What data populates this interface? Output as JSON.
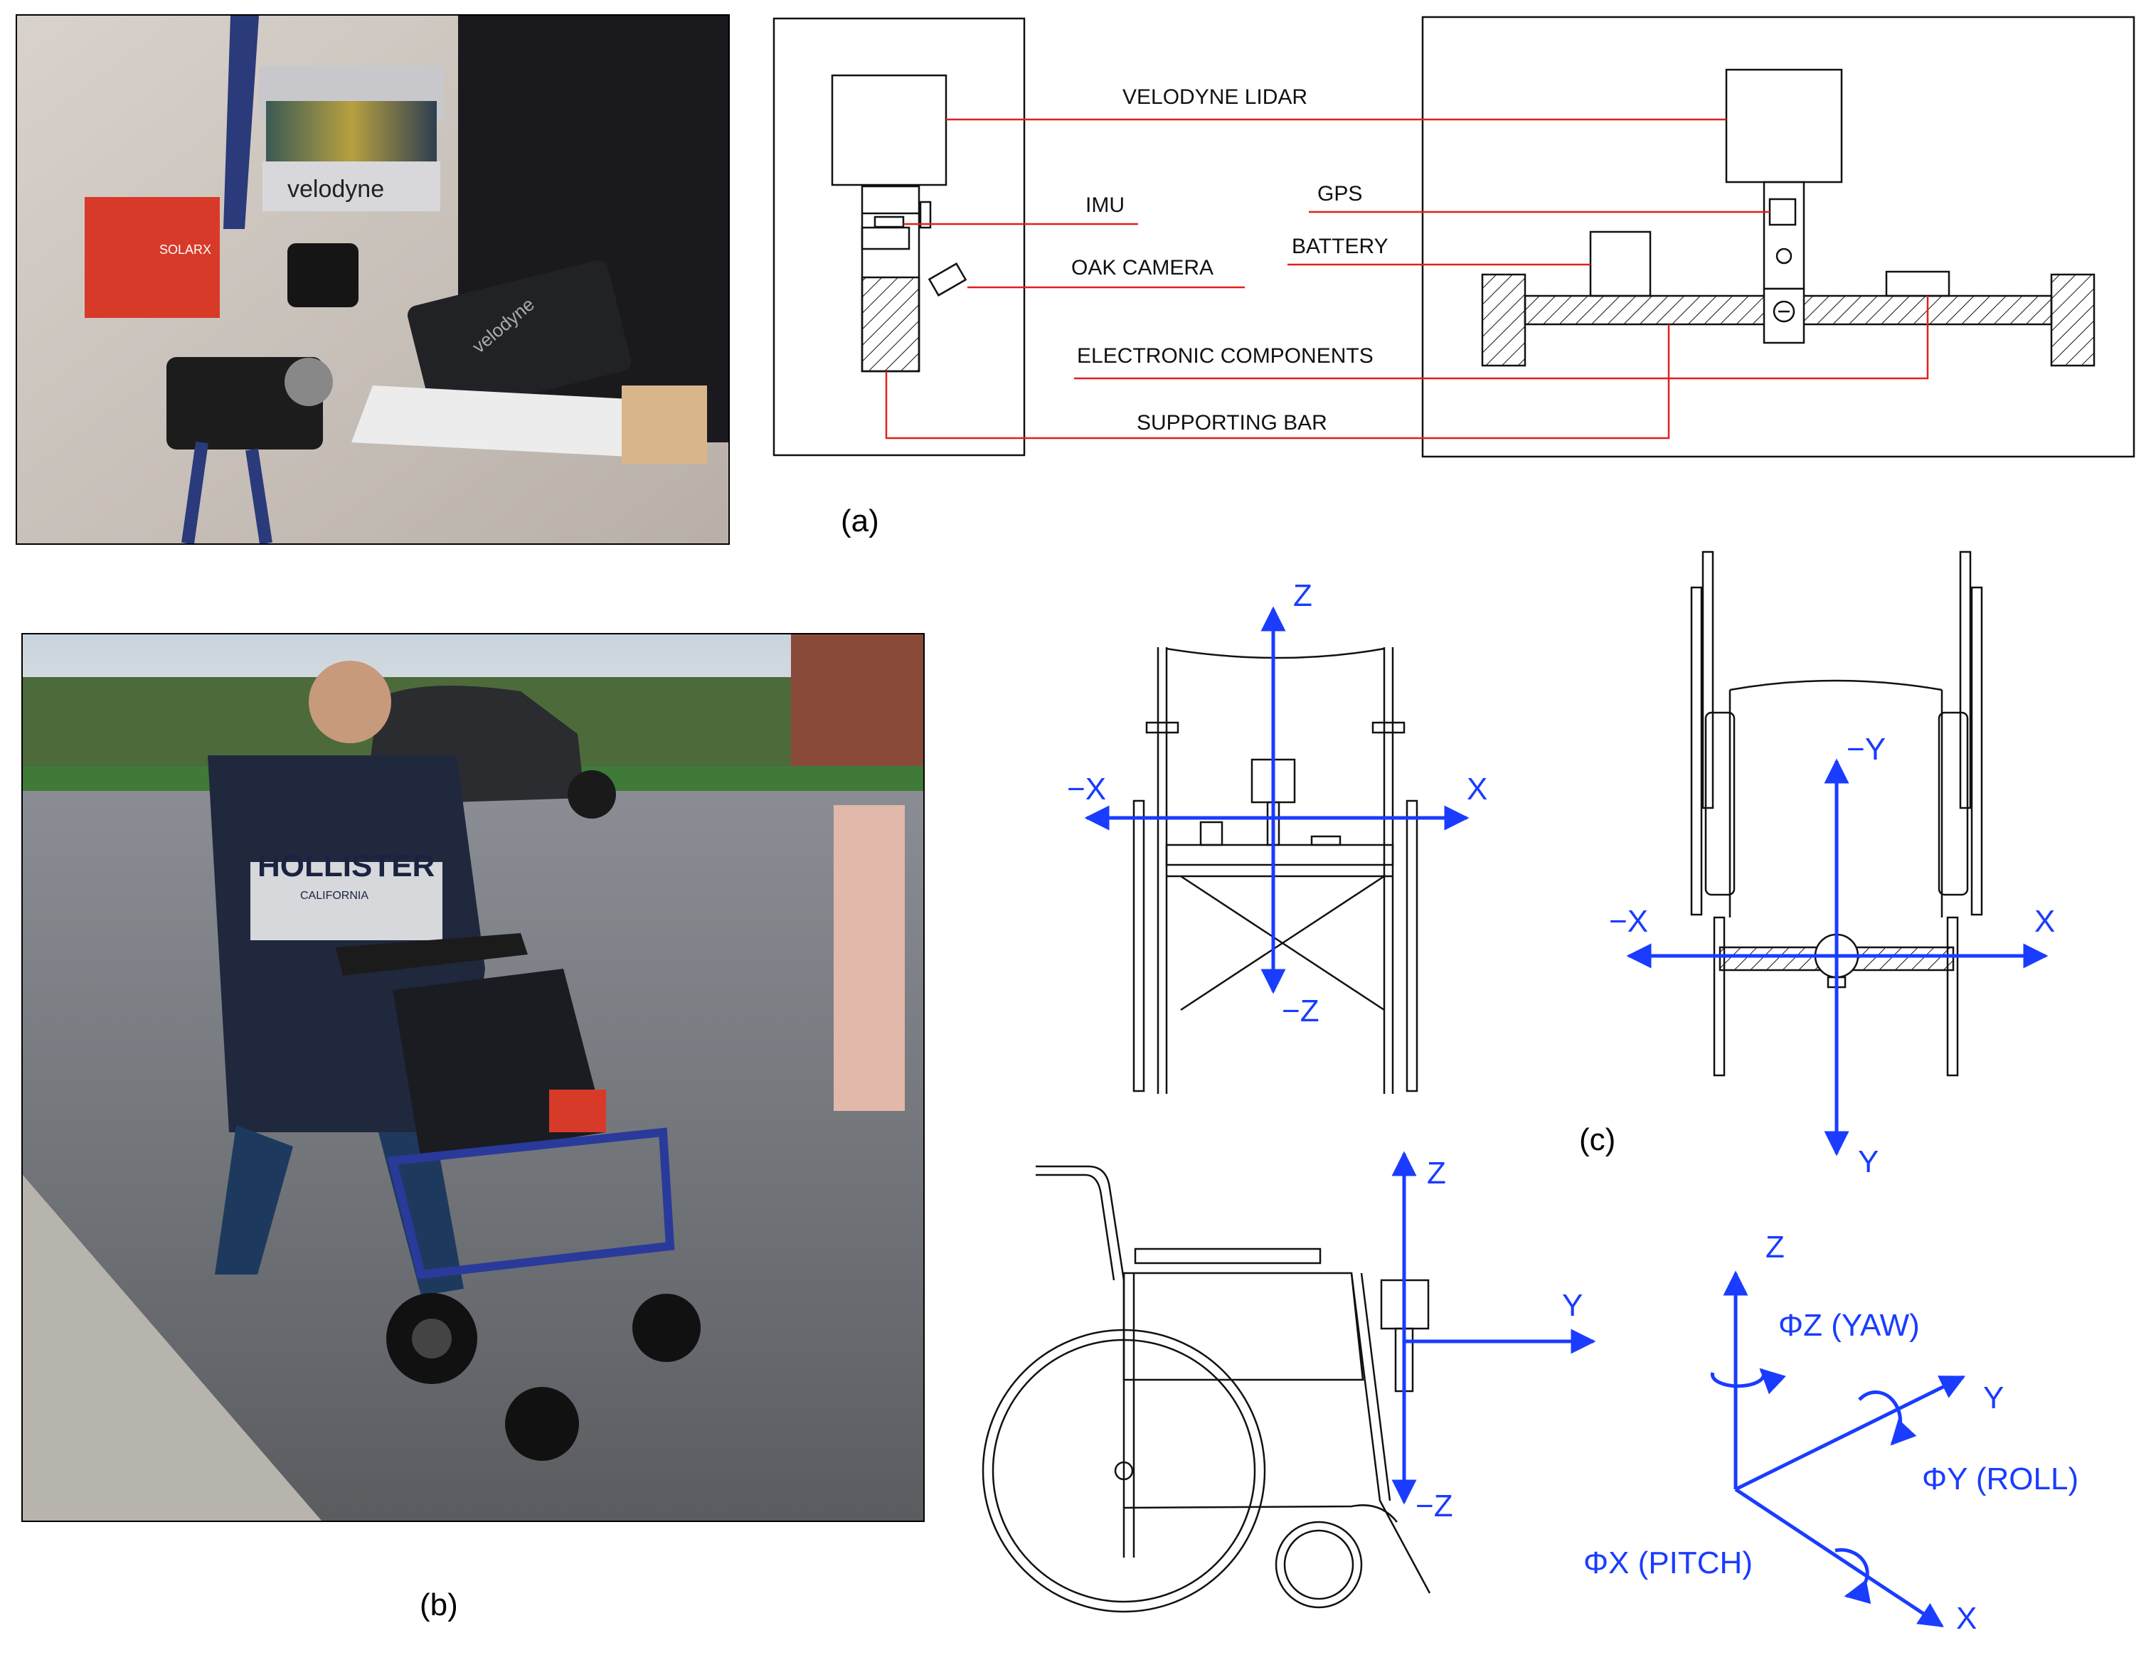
{
  "captions": {
    "a": "(a)",
    "b": "(b)",
    "c": "(c)"
  },
  "photo1": {
    "lidar_brand": "velodyne",
    "battery_brand": "SOLARX",
    "case_brand": "velodyne"
  },
  "photo2": {
    "sweatshirt_text": "HOLLISTER",
    "sweatshirt_subtext": "CALIFORNIA"
  },
  "schematic_labels": {
    "lidar": "VELODYNE LIDAR",
    "imu": "IMU",
    "gps": "GPS",
    "oak_camera": "OAK CAMERA",
    "battery": "BATTERY",
    "electronic_components": "ELECTRONIC COMPONENTS",
    "supporting_bar": "SUPPORTING BAR"
  },
  "axes_front": {
    "z": "Z",
    "neg_z": "−Z",
    "x": "X",
    "neg_x": "−X"
  },
  "axes_top": {
    "neg_y": "−Y",
    "y": "Y",
    "x": "X",
    "neg_x": "−X"
  },
  "axes_side": {
    "z": "Z",
    "neg_z": "−Z",
    "y": "Y"
  },
  "axes_rot": {
    "z": "Z",
    "y": "Y",
    "x": "X",
    "yaw": "ΦZ (YAW)",
    "roll": "ΦY (ROLL)",
    "pitch": "ΦX (PITCH)"
  },
  "colors": {
    "axis_blue": "#1a3cff",
    "leader_red": "#e0201c",
    "line_black": "#111111"
  }
}
